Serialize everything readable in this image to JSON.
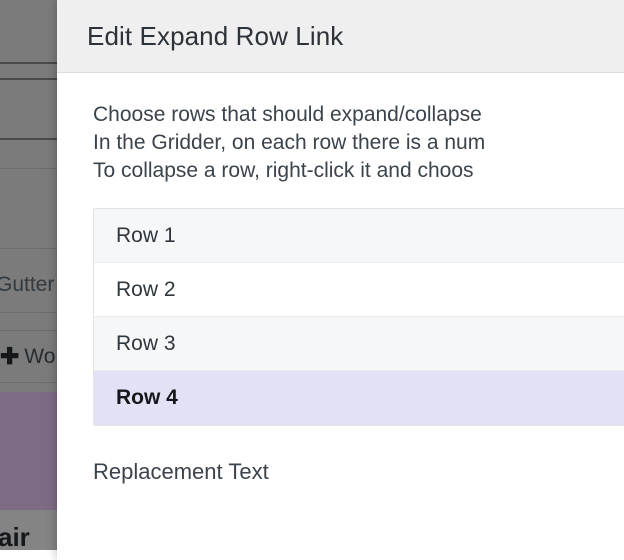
{
  "backdrop": {
    "gutter_label": "Gutter",
    "work_label": "Wo",
    "work_icon": "plus-icon",
    "bottom_label": "air",
    "dim_color": "#7b7b7b",
    "purple_block_color": "#7d6b85"
  },
  "dialog": {
    "title": "Edit Expand Row Link",
    "header_bg": "#efeff0",
    "description": [
      "Choose rows that should expand/collapse",
      "In the Gridder, on each row there is a num",
      "To collapse a row, right-click it and choos"
    ],
    "rows": [
      {
        "label": "Row 1",
        "selected": false
      },
      {
        "label": "Row 2",
        "selected": false
      },
      {
        "label": "Row 3",
        "selected": false
      },
      {
        "label": "Row 4",
        "selected": true
      }
    ],
    "selected_row_color": "#e2e2f7",
    "replacement_text_label": "Replacement Text"
  }
}
